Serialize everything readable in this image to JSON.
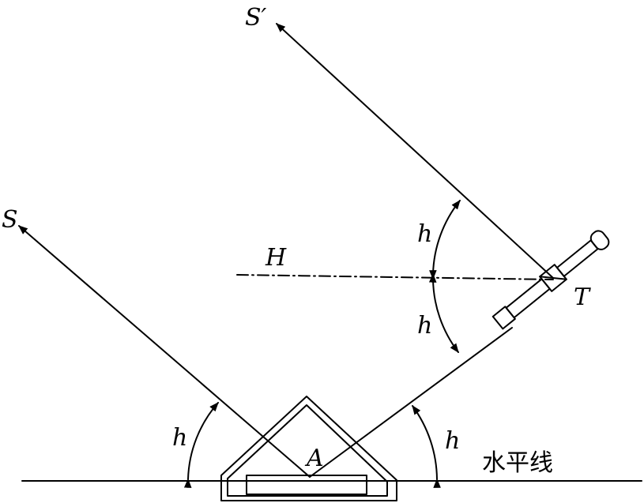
{
  "labels": {
    "incident_ray": "S",
    "reflected_ray": "S′",
    "horizon_line": "H",
    "telescope": "T",
    "horizon_point": "A",
    "altitude_left": "h",
    "altitude_right": "h",
    "altitude_upper": "h",
    "altitude_lower": "h",
    "horizontal_line": "水平线"
  },
  "colors": {
    "ink": "#000000",
    "background": "#ffffff"
  }
}
